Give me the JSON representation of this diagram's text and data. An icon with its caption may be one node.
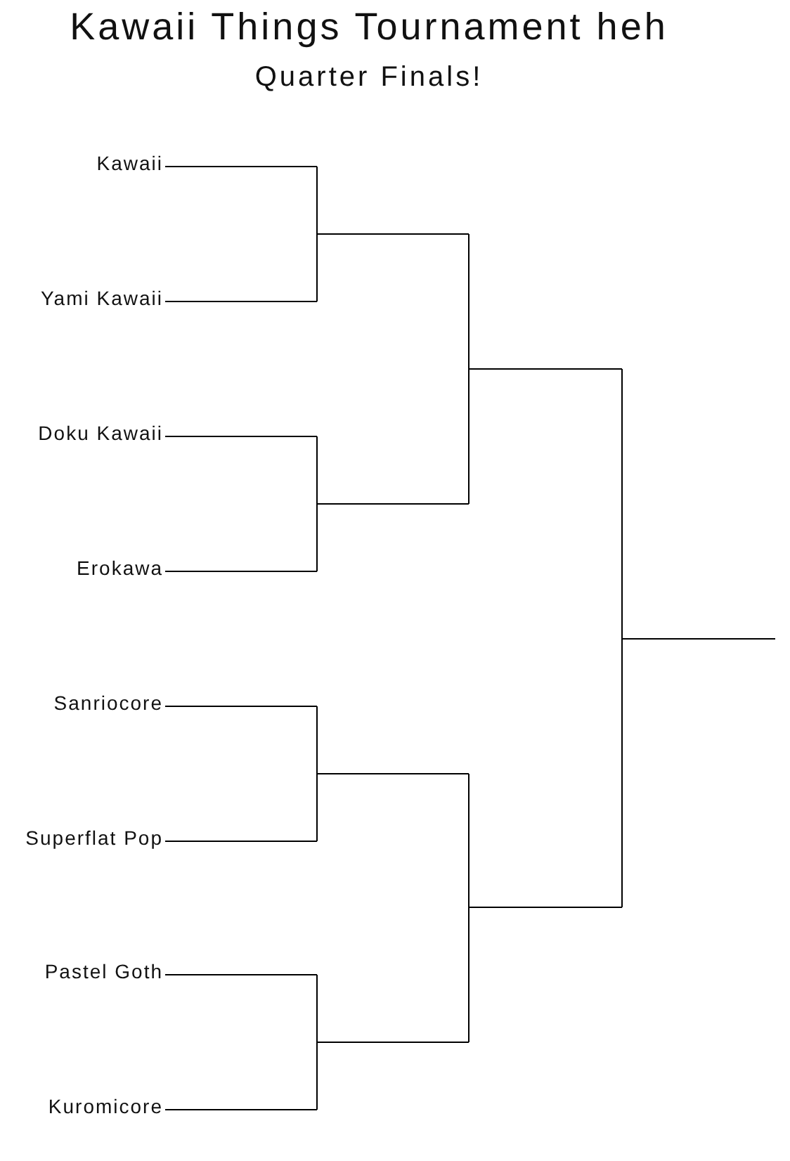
{
  "diagram": {
    "title": "Kawaii Things Tournament heh",
    "labels": [
      "Quarter Finals!",
      "Kawaii",
      "Yami Kawaii",
      "Doku Kawaii",
      "Erokawa",
      "Sanriocore",
      "Superflat Pop",
      "Pastel Goth",
      "Kuromicore"
    ]
  }
}
